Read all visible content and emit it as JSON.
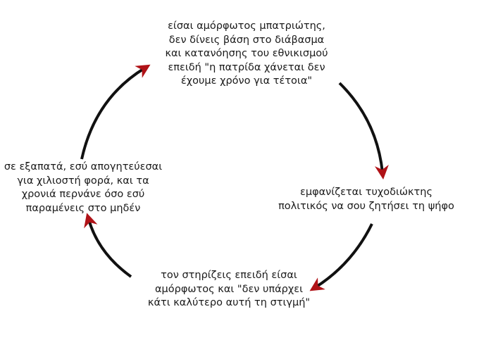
{
  "steps": [
    {
      "lines": [
        "είσαι αμόρφωτος μπατριώτης,",
        "δεν δίνεις βάση στο διάβασμα",
        "και κατανόησης του εθνικισμού",
        "επειδή \"η πατρίδα χάνεται δεν",
        "έχουμε χρόνο για τέτοια\""
      ]
    },
    {
      "lines": [
        "εμφανίζεται τυχοδιώκτης",
        "πολιτικός να σου ζητήσει τη ψήφο"
      ]
    },
    {
      "lines": [
        "τον στηρίζεις επειδή είσαι",
        "αμόρφωτος και \"δεν υπάρχει",
        "κάτι καλύτερο αυτή τη στιγμή\""
      ]
    },
    {
      "lines": [
        "σε εξαπατά, εσύ απογητεύεσαι",
        "για χιλιοστή φορά, και τα",
        "χρονιά περνάνε όσο εσύ",
        "παραμένεις στο μηδέν"
      ]
    }
  ],
  "colors": {
    "arrow": "#111111",
    "arrowhead": "#b01217"
  }
}
